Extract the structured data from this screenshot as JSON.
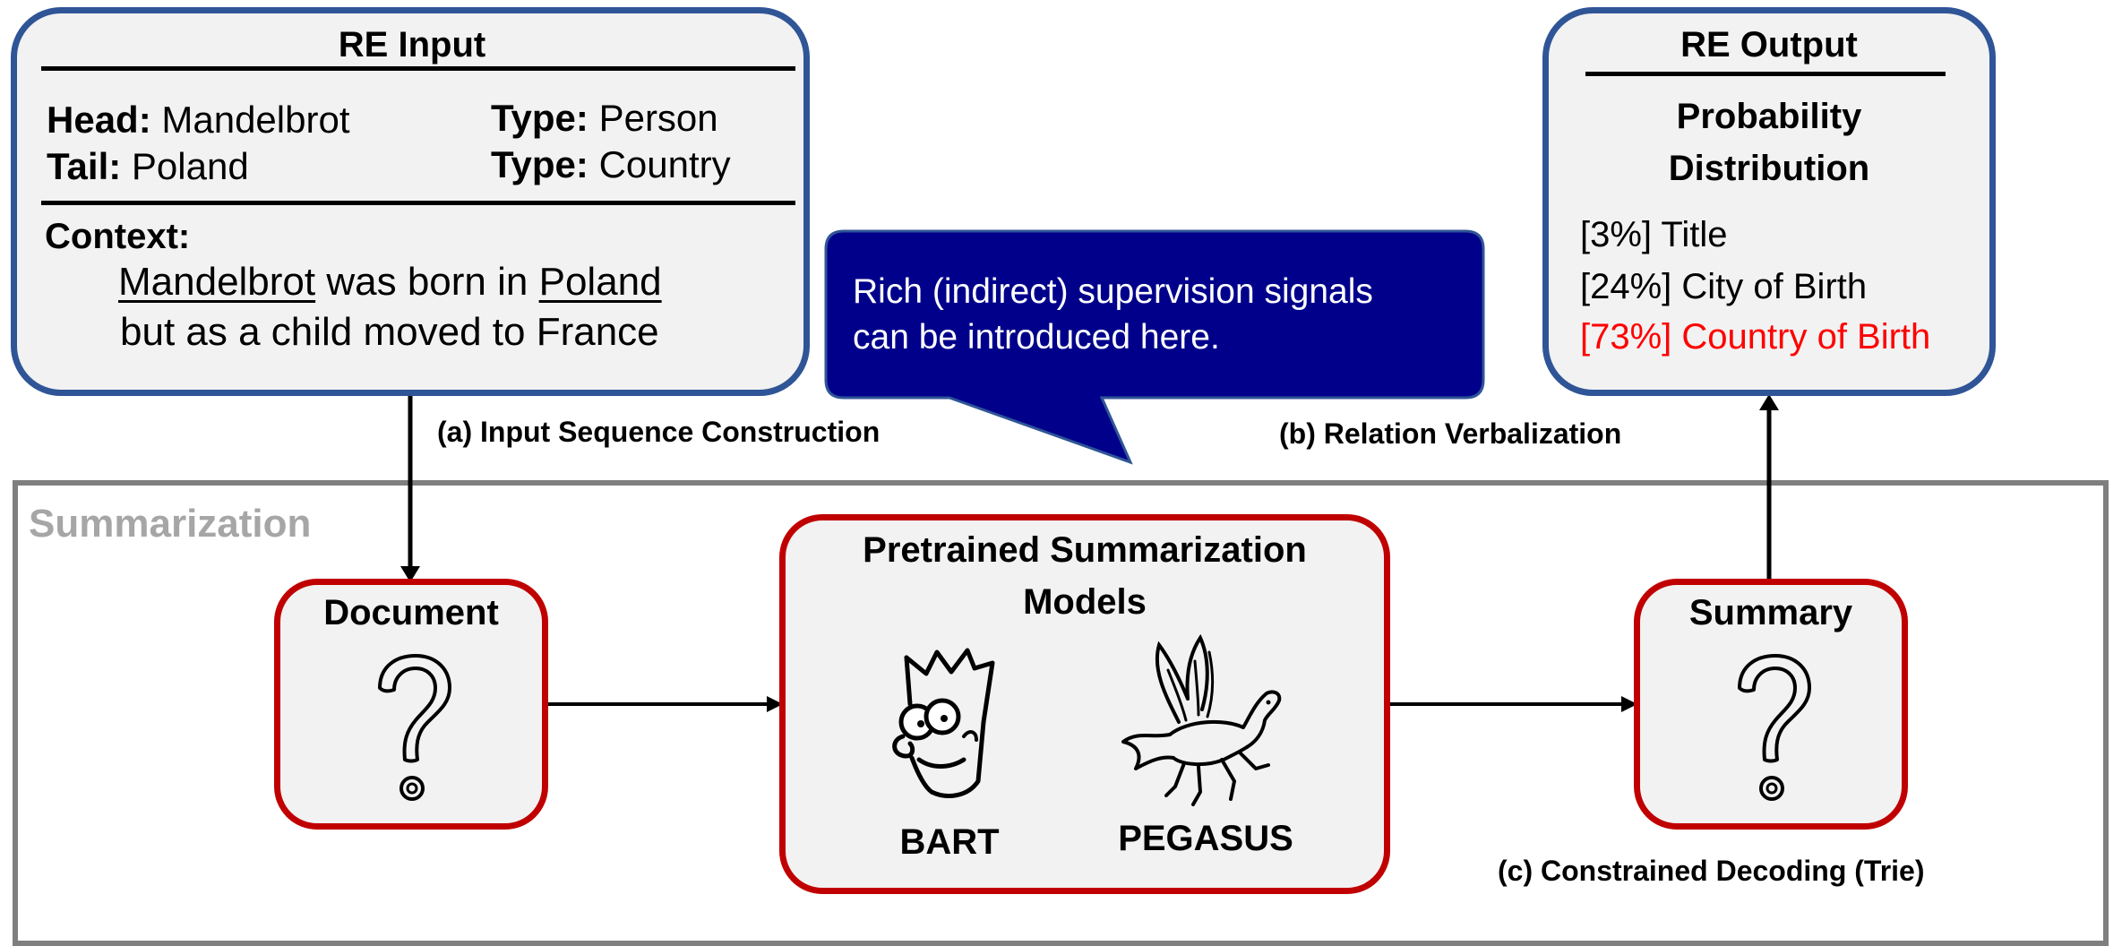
{
  "re_input": {
    "title": "RE Input",
    "head_label": "Head:",
    "head_value": "Mandelbrot",
    "tail_label": "Tail:",
    "tail_value": "Poland",
    "head_type_label": "Type:",
    "head_type_value": "Person",
    "tail_type_label": "Type:",
    "tail_type_value": "Country",
    "context_label": "Context:",
    "context_word1": "Mandelbrot",
    "context_mid": " was born in ",
    "context_word2": "Poland",
    "context_line2": "but as a child moved to France"
  },
  "callout": {
    "line1": "Rich (indirect) supervision signals",
    "line2": "can be introduced here.",
    "color": "#00008b"
  },
  "re_output": {
    "title": "RE Output",
    "subtitle_line1": "Probability",
    "subtitle_line2": "Distribution",
    "items": [
      {
        "text": "[3%] Title",
        "color": "#000000"
      },
      {
        "text": "[24%] City of Birth",
        "color": "#000000"
      },
      {
        "text": "[73%] Country of Birth",
        "color": "#ff0000"
      }
    ]
  },
  "labels": {
    "a": "(a) Input Sequence Construction",
    "b": "(b) Relation Verbalization",
    "c": "(c) Constrained Decoding (Trie)"
  },
  "summarization": {
    "title": "Summarization",
    "document_label": "Document",
    "summary_label": "Summary",
    "models_line1": "Pretrained Summarization",
    "models_line2": "Models",
    "model1": "BART",
    "model2": "PEGASUS"
  },
  "colors": {
    "blue_border": "#2f5597",
    "red_border": "#c00000",
    "box_fill": "#f2f2f2",
    "frame": "#7f7f7f",
    "frame_title": "#a6a6a6"
  },
  "icons": [
    "question-mark-icon",
    "bart-simpson-icon",
    "pegasus-icon"
  ]
}
